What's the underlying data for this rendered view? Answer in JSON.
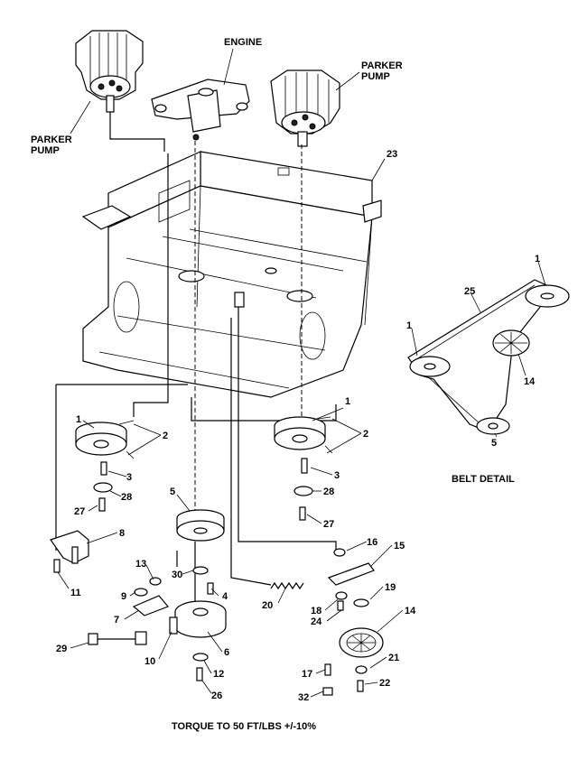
{
  "labels": {
    "engine": "ENGINE",
    "parker_pump_left": "PARKER\nPUMP",
    "parker_pump_right": "PARKER\nPUMP",
    "belt_detail": "BELT DETAIL",
    "torque_note": "TORQUE TO 50 FT/LBS +/-10%"
  },
  "callouts": {
    "p23": "23",
    "p1_left": "1",
    "p2_left": "2",
    "p3_left": "3",
    "p28_left": "28",
    "p27_left": "27",
    "p1_right": "1",
    "p2_right": "2",
    "p3_right": "3",
    "p28_right": "28",
    "p27_right": "27",
    "p5": "5",
    "p8": "8",
    "p11": "11",
    "p30": "30",
    "p13": "13",
    "p9": "9",
    "p4": "4",
    "p7": "7",
    "p29": "29",
    "p10": "10",
    "p6": "6",
    "p12": "12",
    "p26": "26",
    "p20": "20",
    "p16": "16",
    "p15": "15",
    "p18": "18",
    "p24": "24",
    "p19": "19",
    "p14": "14",
    "p21": "21",
    "p17": "17",
    "p22": "22",
    "p32": "32",
    "bd_1_top": "1",
    "bd_25": "25",
    "bd_1_left": "1",
    "bd_14": "14",
    "bd_5": "5"
  }
}
